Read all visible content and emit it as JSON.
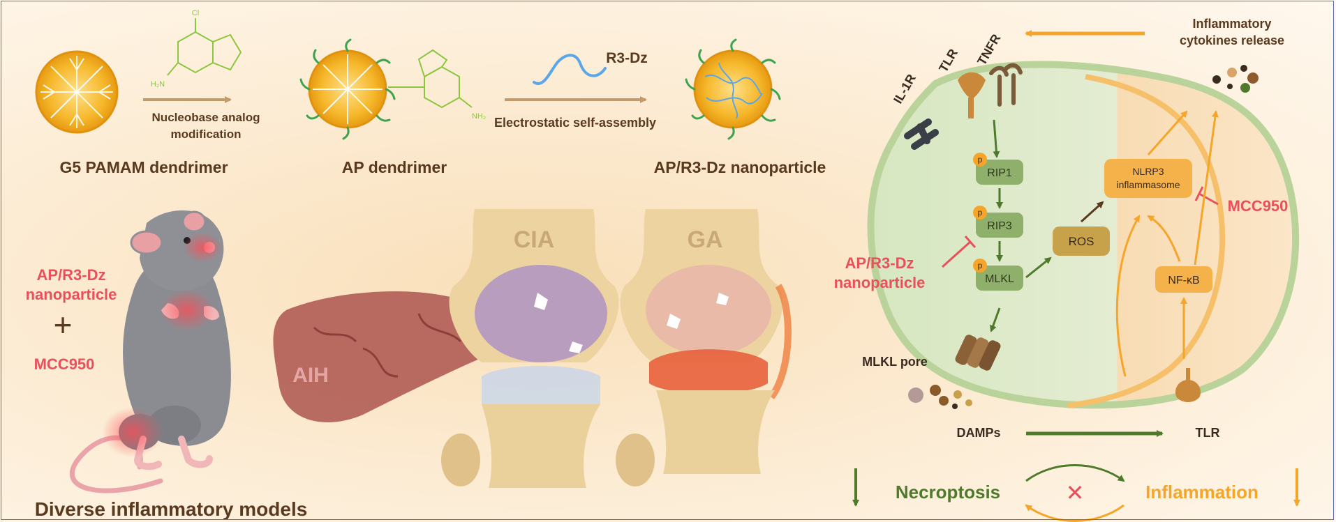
{
  "top_row": {
    "g5_label": "G5 PAMAM dendrimer",
    "modification_label_1": "Nucleobase analog",
    "modification_label_2": "modification",
    "ap_label": "AP dendrimer",
    "r3dz_label": "R3-Dz",
    "assembly_label": "Electrostatic self-assembly",
    "nanoparticle_label": "AP/R3-Dz nanoparticle",
    "chem_cl": "Cl",
    "chem_nh2": "H₂N",
    "chem_nh2_right": "NH₂"
  },
  "left_panel": {
    "treatment_line1": "AP/R3-Dz",
    "treatment_line2": "nanoparticle",
    "plus": "+",
    "drug": "MCC950",
    "caption": "Diverse inflammatory models"
  },
  "middle_panel": {
    "aih_label": "AIH",
    "cia_label": "CIA",
    "ga_label": "GA"
  },
  "mechanism": {
    "cytokines_line1": "Inflammatory",
    "cytokines_line2": "cytokines release",
    "receptors": [
      "IL-1R",
      "TLR",
      "TNFR"
    ],
    "rip1": "RIP1",
    "rip3": "RIP3",
    "mlkl": "MLKL",
    "p_badge": "p",
    "ros": "ROS",
    "nlrp3_line1": "NLRP3",
    "nlrp3_line2": "inflammasome",
    "nfkb": "NF-κB",
    "mcc950": "MCC950",
    "inhibitor_line1": "AP/R3-Dz",
    "inhibitor_line2": "nanoparticle",
    "mlkl_pore": "MLKL pore",
    "damps": "DAMPs",
    "tlr_bottom": "TLR",
    "necroptosis": "Necroptosis",
    "inflammation": "Inflammation",
    "cross": "✕"
  },
  "colors": {
    "brown_text": "#5a3a1f",
    "red_accent": "#e8505b",
    "green": "#4f7a2c",
    "orange": "#f5a52a",
    "cell_green": "#d9e8c4",
    "cell_orange": "#f8dcb4"
  }
}
